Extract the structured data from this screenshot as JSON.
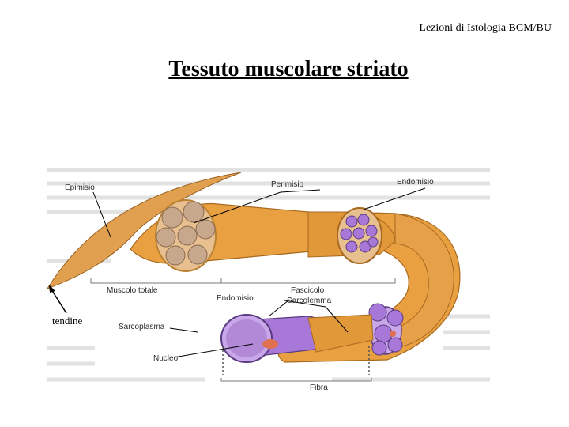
{
  "header": {
    "text": "Lezioni di Istologia BCM/BU"
  },
  "title": "Tessuto muscolare striato",
  "figure": {
    "labels": {
      "epimisio": "Epimisio",
      "perimisio": "Perimisio",
      "endomisio_top": "Endomisio",
      "muscolo_totale": "Muscolo totale",
      "fascicolo": "Fascicolo",
      "sarcolemma": "Sarcolemma",
      "endomisio_mid": "Endomisio",
      "sarcoplasma": "Sarcoplasma",
      "nucleo": "Nucleo",
      "fibra": "Fibra"
    },
    "tendon_label": "tendine"
  },
  "colors": {
    "muscle_orange": "#e8a040",
    "muscle_dark": "#c07828",
    "fascicle_tan": "#c8a88c",
    "fiber_purple": "#a878d8",
    "fiber_light": "#c8a8e8",
    "background_text_gray": "#dcdcdc"
  }
}
